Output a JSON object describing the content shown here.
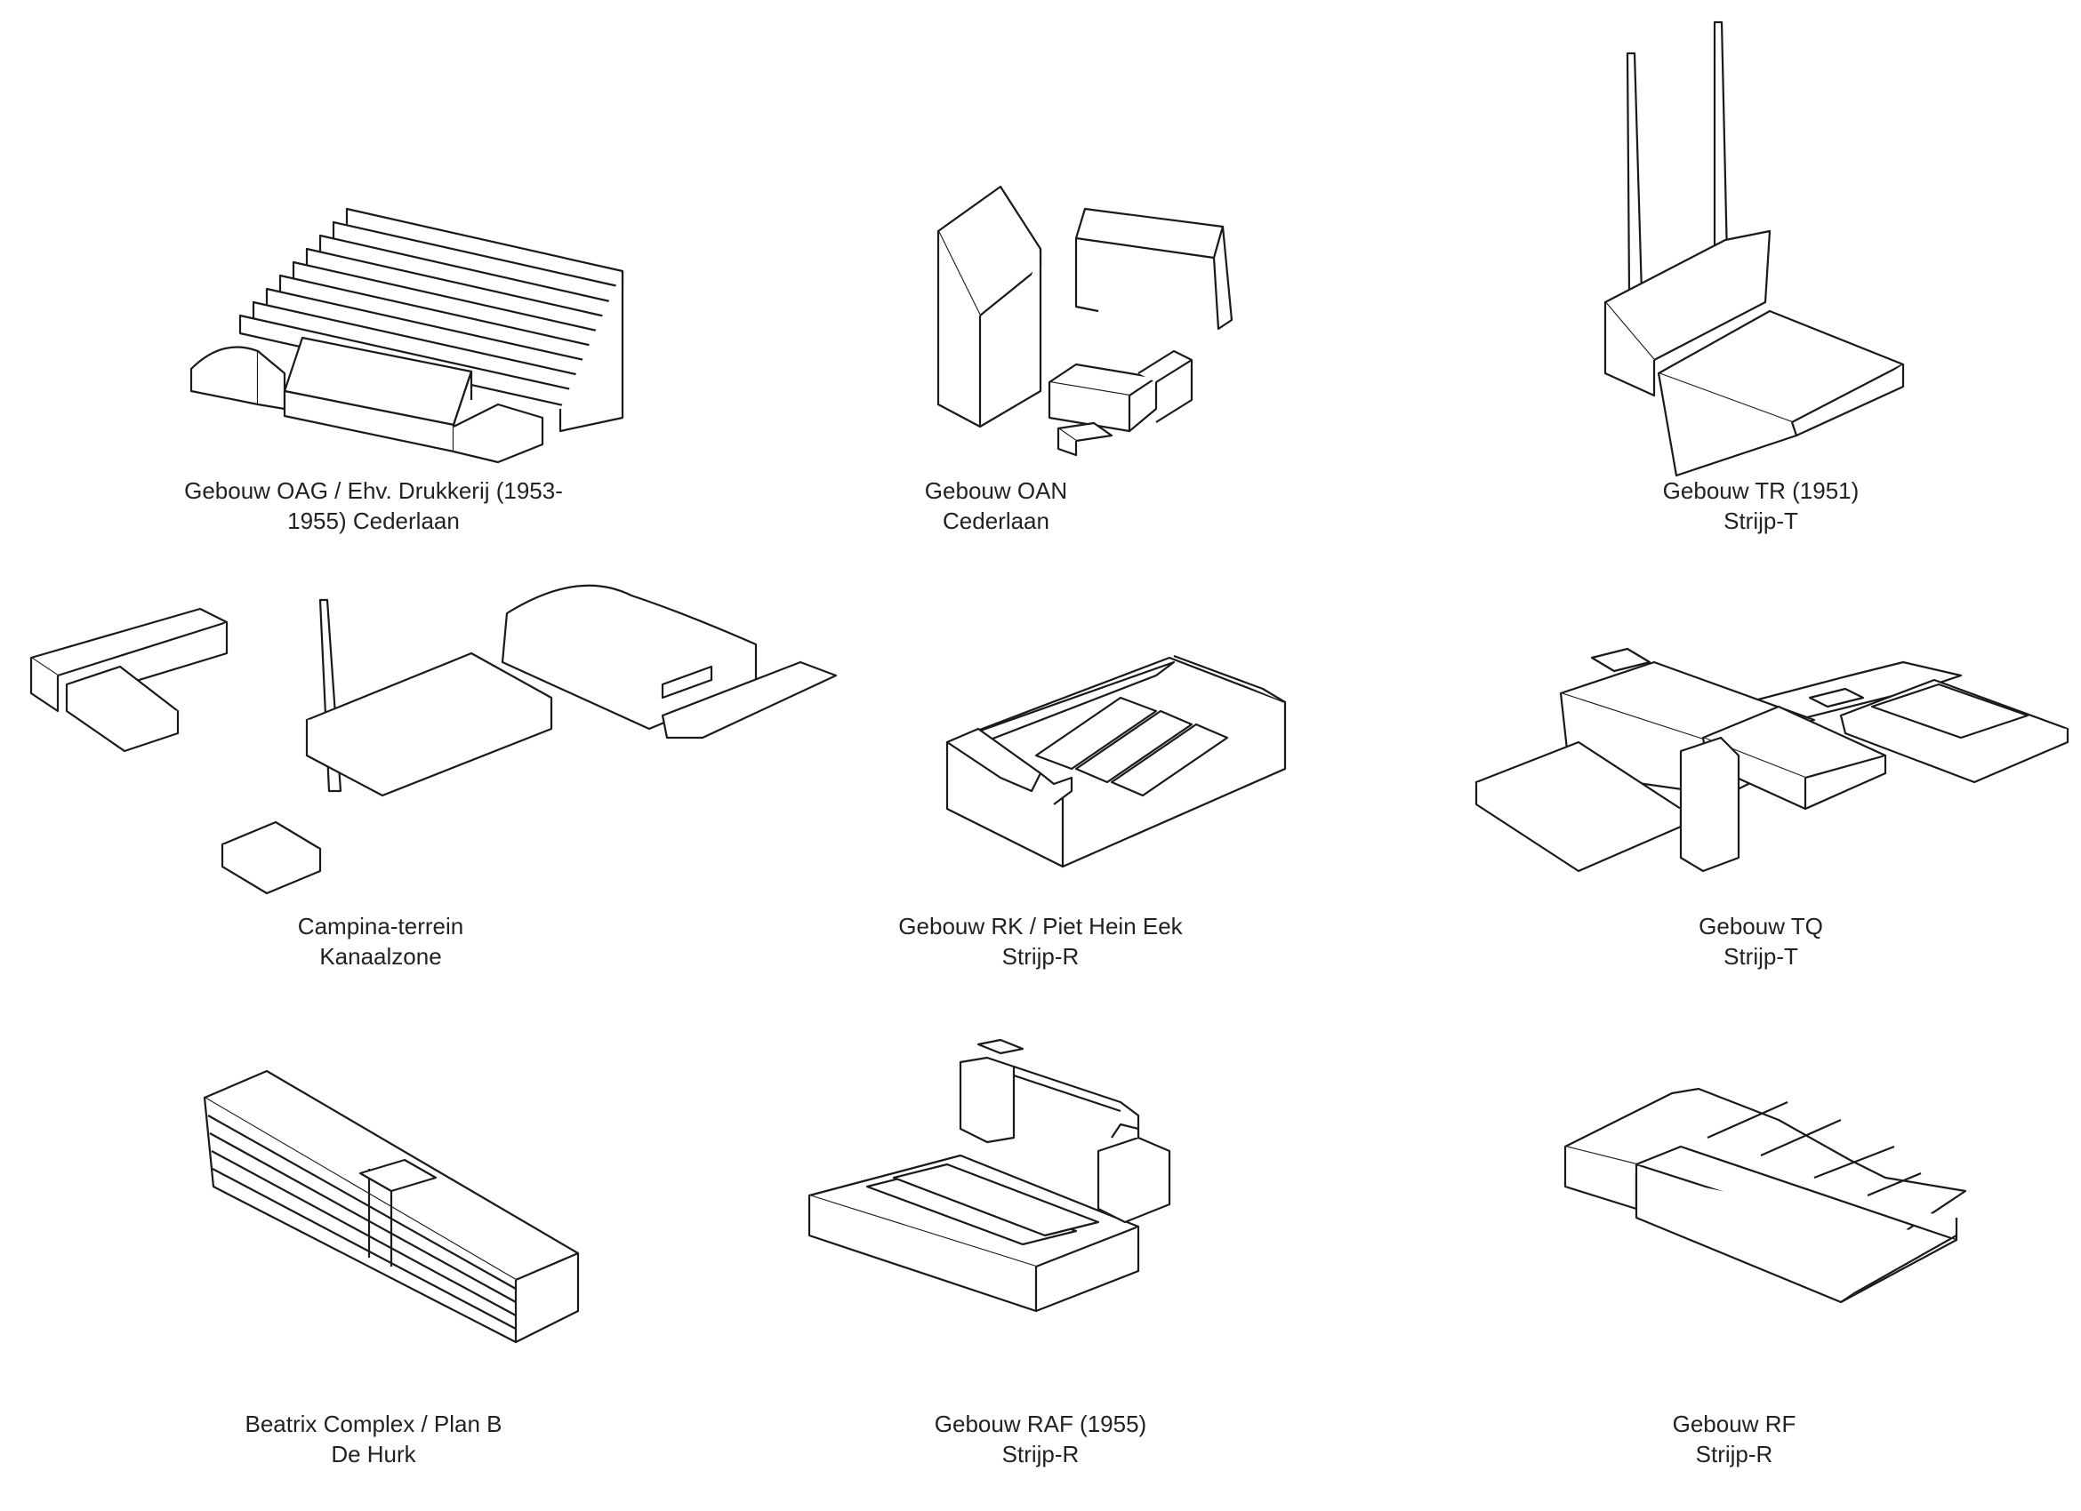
{
  "buildings": [
    {
      "line1": "Gebouw OAG / Ehv. Drukkerij (1953-",
      "line2": "1955) Cederlaan"
    },
    {
      "line1": "Gebouw OAN",
      "line2": "Cederlaan"
    },
    {
      "line1": "Gebouw TR (1951)",
      "line2": "Strijp-T"
    },
    {
      "line1": "Campina-terrein",
      "line2": "Kanaalzone"
    },
    {
      "line1": "Gebouw RK / Piet Hein Eek",
      "line2": "Strijp-R"
    },
    {
      "line1": "Gebouw TQ",
      "line2": "Strijp-T"
    },
    {
      "line1": "Beatrix Complex / Plan B",
      "line2": "De Hurk"
    },
    {
      "line1": "Gebouw RAF (1955)",
      "line2": "Strijp-R"
    },
    {
      "line1": "Gebouw RF",
      "line2": "Strijp-R"
    }
  ]
}
